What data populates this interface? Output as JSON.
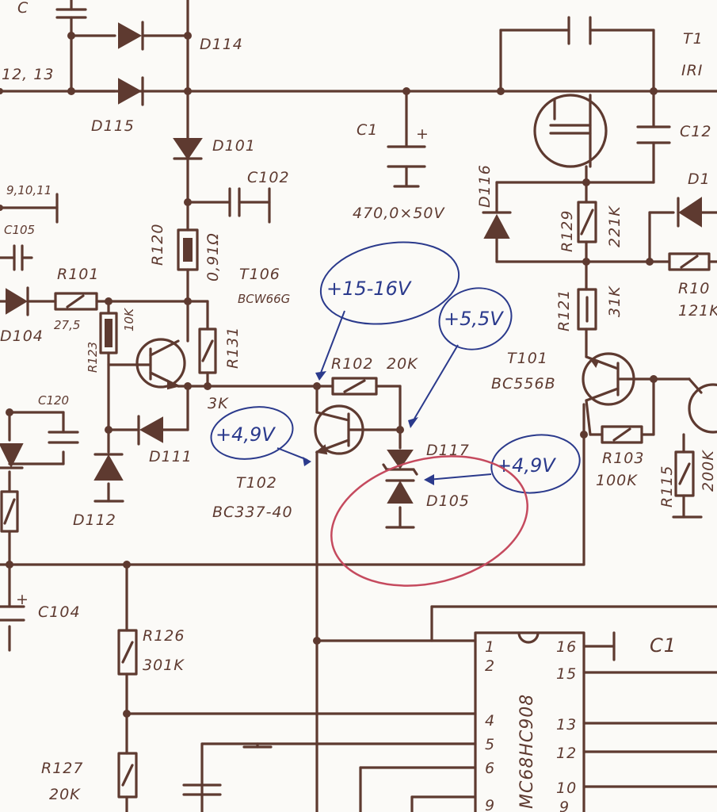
{
  "labels": {
    "c_top": "C",
    "pins_12_13": "12, 13",
    "d114": "D114",
    "d115": "D115",
    "d101": "D101",
    "c1": "C1",
    "c1_value": "470,0×50V",
    "t1": "T1",
    "iri": "IRI",
    "c12": "C12",
    "d1_right": "D1",
    "r10_right": "R10",
    "r10_val": "121K",
    "pins_9_10_11": "9,10,11",
    "c105": "C105",
    "c102": "C102",
    "r120": "R120",
    "r120_val": "0,91Ω",
    "t106": "T106",
    "t106_type": "BCW66G",
    "d116": "D116",
    "r129": "R129",
    "r129_val": "221K",
    "r101": "R101",
    "r101_val": "27,5",
    "d104": "D104",
    "r123": "R123",
    "r123_val": "10K",
    "r131": "R131",
    "r131_val": "3K",
    "r121": "R121",
    "r121_val": "31K",
    "t101": "T101",
    "t101_type": "BC556B",
    "r102": "R102",
    "r102_val": "20K",
    "c120": "C120",
    "d111": "D111",
    "d112": "D112",
    "t102": "T102",
    "t102_type": "BC337-40",
    "d117": "D117",
    "d105": "D105",
    "r103": "R103",
    "r103_val": "100K",
    "r115": "R115",
    "r115_val": "200K",
    "c104": "C104",
    "r126": "R126",
    "r126_val": "301K",
    "r127": "R127",
    "r127_val": "20K",
    "c1_ic": "C1",
    "ic": "MC68HC908"
  },
  "ic_pins_left": [
    "1",
    "2",
    "4",
    "5",
    "6",
    "9"
  ],
  "ic_pins_right": [
    "16",
    "15",
    "13",
    "12",
    "10",
    "9"
  ],
  "annotations": {
    "v_15_16": "+15-16V",
    "v_5_5": "+5,5V",
    "v_4_9_left": "+4,9V",
    "v_4_9_right": "+4,9V"
  },
  "colors": {
    "wire": "#5e3a30",
    "annotation_ink": "#2b3a8c",
    "highlight": "#c54a5e",
    "paper": "#fbfaf7"
  }
}
